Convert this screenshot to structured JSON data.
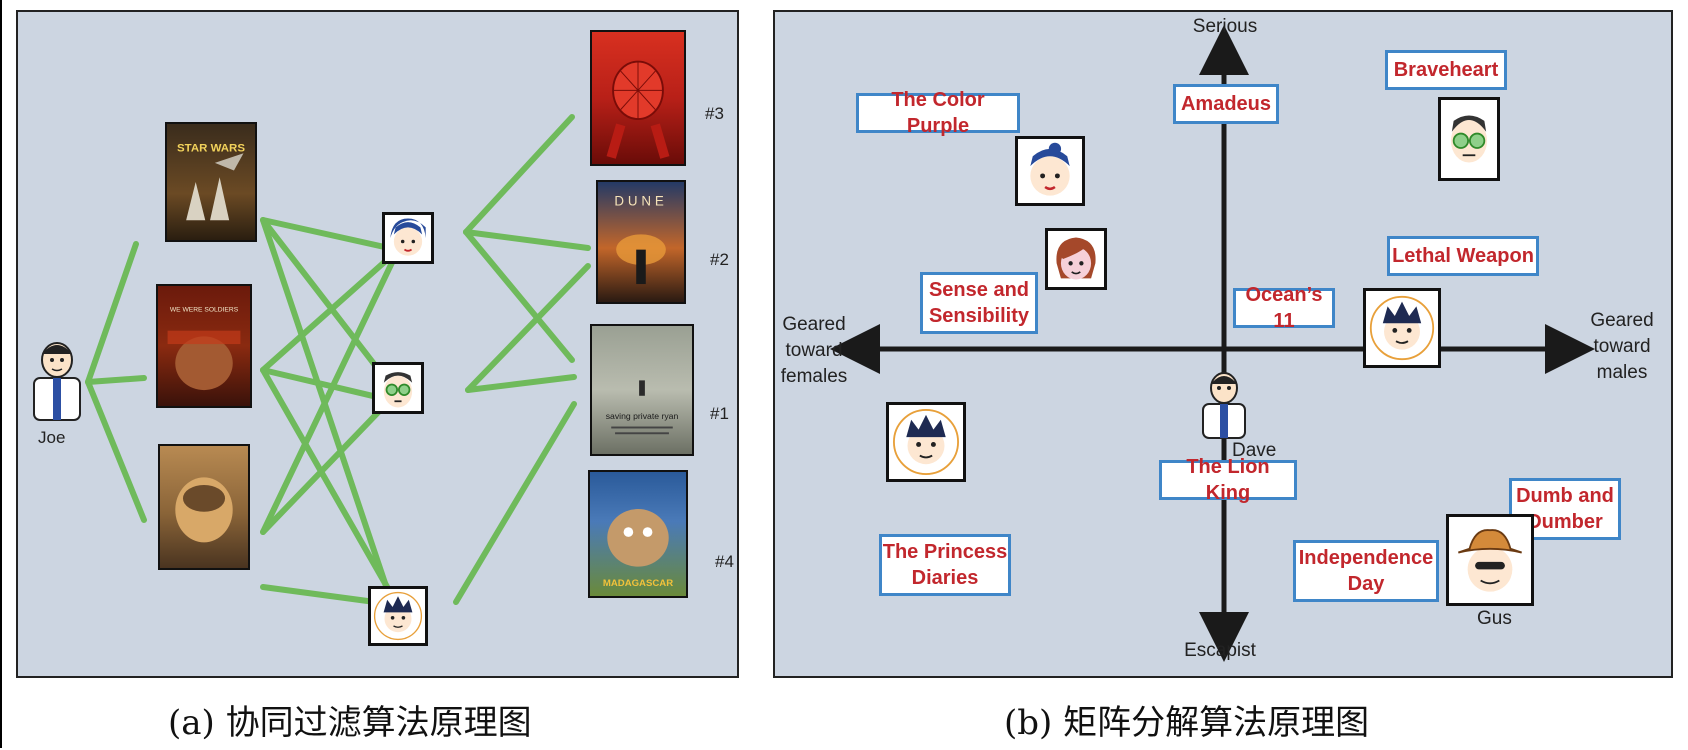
{
  "panel_a": {
    "user_label": "Joe",
    "ranks": [
      "#3",
      "#2",
      "#1",
      "#4"
    ],
    "caption": "(a) 协同过滤算法原理图",
    "poster_texts": {
      "star_wars": "STAR WARS",
      "we_were_soldiers": "WE WERE SOLDIERS",
      "dune": "DUNE",
      "saving_private_ryan": "saving private ryan",
      "madagascar": "MADAGASCAR"
    }
  },
  "panel_b": {
    "axes": {
      "top": "Serious",
      "bottom": "Escapist",
      "left": "Geared\ntoward\nfemales",
      "right": "Geared\ntoward\nmales"
    },
    "movies": {
      "amadeus": "Amadeus",
      "braveheart": "Braveheart",
      "color_purple": "The Color Purple",
      "lethal_weapon": "Lethal Weapon",
      "sense_sensibility": "Sense and\nSensibility",
      "oceans_11": "Ocean’s 11",
      "lion_king": "The Lion King",
      "dumb_dumber": "Dumb and\nDumber",
      "princess_diaries": "The Princess\nDiaries",
      "independence_day": "Independence\nDay"
    },
    "people": {
      "dave": "Dave",
      "gus": "Gus"
    },
    "caption": "(b) 矩阵分解算法原理图"
  },
  "colors": {
    "panel_bg": "#ccd5e1",
    "edge": "#6fba5b",
    "movie_text": "#c2272d",
    "movie_border": "#3f86c8"
  }
}
